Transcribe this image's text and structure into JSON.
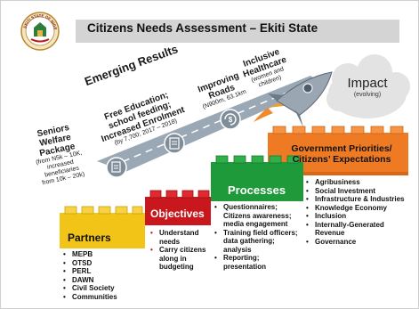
{
  "title": "Citizens Needs Assessment – Ekiti State",
  "seal_label": "EKITI STATE OF NIGERIA",
  "emerging_results": "Emerging Results",
  "results": [
    {
      "lines": [
        "Seniors",
        "Welfare",
        "Package"
      ],
      "sub": [
        "(from N5k – 10K,",
        "increased",
        "beneficiaries",
        "from 10k – 20k)"
      ]
    },
    {
      "lines": [
        "Free Education;",
        "school feeding;",
        "Increased Enrolment"
      ],
      "sub": [
        "(by 7,700; 2017 – 2018)"
      ]
    },
    {
      "lines": [
        "Improving",
        "Roads"
      ],
      "sub": [
        "(N900m, 63.1km"
      ]
    },
    {
      "lines": [
        "Inclusive",
        "Healthcare"
      ],
      "sub": [
        "(women and",
        "children)"
      ]
    }
  ],
  "impact": {
    "title": "Impact",
    "sub": "(evolving)"
  },
  "blocks": {
    "partners": {
      "label": "Partners",
      "items": [
        "MEPB",
        "OTSD",
        "PERL",
        "DAWN",
        "Civil Society",
        "Communities"
      ]
    },
    "objectives": {
      "label": "Objectives",
      "items": [
        "Understand needs",
        "Carry citizens along in budgeting"
      ]
    },
    "processes": {
      "label": "Processes",
      "items": [
        "Questionnaires; Citizens awareness; media engagement",
        "Training field officers; data gathering; analysis",
        "Reporting; presentation"
      ]
    },
    "government": {
      "label_line1": "Government Priorities/",
      "label_line2": "Citizens’ Expectations",
      "items": [
        "Agribusiness",
        "Social Investment",
        "Infrastructure & Industries",
        "Knowledge Economy",
        "Inclusion",
        "Internally-Generated Revenue",
        "Governance"
      ]
    }
  },
  "colors": {
    "yellow": "#f2c418",
    "red": "#c8171d",
    "green": "#1f9a3a",
    "orange": "#ee7a24",
    "title_bar": "#d4d4d4",
    "road": "#9aa8b5"
  },
  "icons": [
    "document-icon",
    "checklist-icon",
    "recycle-money-icon",
    "rocket-icon",
    "cloud-icon"
  ]
}
